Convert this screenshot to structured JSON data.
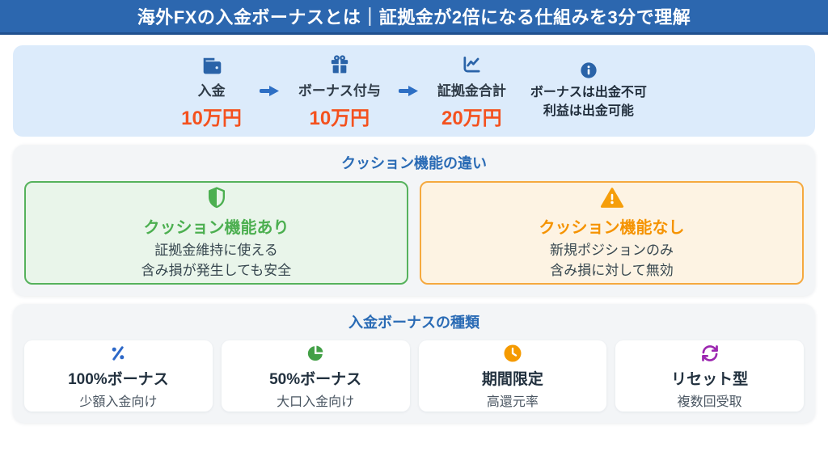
{
  "header": {
    "title": "海外FXの入金ボーナスとは｜証拠金が2倍になる仕組みを3分で理解"
  },
  "flow": {
    "steps": [
      {
        "icon": "wallet-icon",
        "label": "入金",
        "amount": "10万円"
      },
      {
        "icon": "gift-icon",
        "label": "ボーナス付与",
        "amount": "10万円"
      },
      {
        "icon": "chart-line-icon",
        "label": "証拠金合計",
        "amount": "20万円"
      }
    ],
    "note": {
      "icon": "info-icon",
      "line1": "ボーナスは出金不可",
      "line2": "利益は出金可能"
    }
  },
  "cushion": {
    "title": "クッション機能の違い",
    "cards": [
      {
        "icon": "shield-icon",
        "heading": "クッション機能あり",
        "line1": "証拠金維持に使える",
        "line2": "含み損が発生しても安全"
      },
      {
        "icon": "warning-icon",
        "heading": "クッション機能なし",
        "line1": "新規ポジションのみ",
        "line2": "含み損に対して無効"
      }
    ]
  },
  "bonus_types": {
    "title": "入金ボーナスの種類",
    "cards": [
      {
        "icon": "percent-icon",
        "heading": "100%ボーナス",
        "subtitle": "少額入金向け"
      },
      {
        "icon": "pie-chart-icon",
        "heading": "50%ボーナス",
        "subtitle": "大口入金向け"
      },
      {
        "icon": "clock-icon",
        "heading": "期間限定",
        "subtitle": "高還元率"
      },
      {
        "icon": "refresh-icon",
        "heading": "リセット型",
        "subtitle": "複数回受取"
      }
    ]
  },
  "colors": {
    "header_bg": "#2c67af",
    "flow_panel_bg": "#dcebfb",
    "amount_orange": "#f4511e",
    "icon_blue": "#2a63a8",
    "arrow_blue": "#2e6fc4",
    "section_title_blue": "#2a6bb5",
    "good_green": "#4caf50",
    "good_border": "#56b25c",
    "good_bg": "#e9f5ea",
    "warn_orange": "#f59300",
    "warn_border": "#f5a93f",
    "warn_bg": "#fdf3e3",
    "percent_blue": "#2d68c8",
    "pie_green": "#43a047",
    "clock_orange": "#f59a00",
    "refresh_purple": "#9c27b0"
  }
}
